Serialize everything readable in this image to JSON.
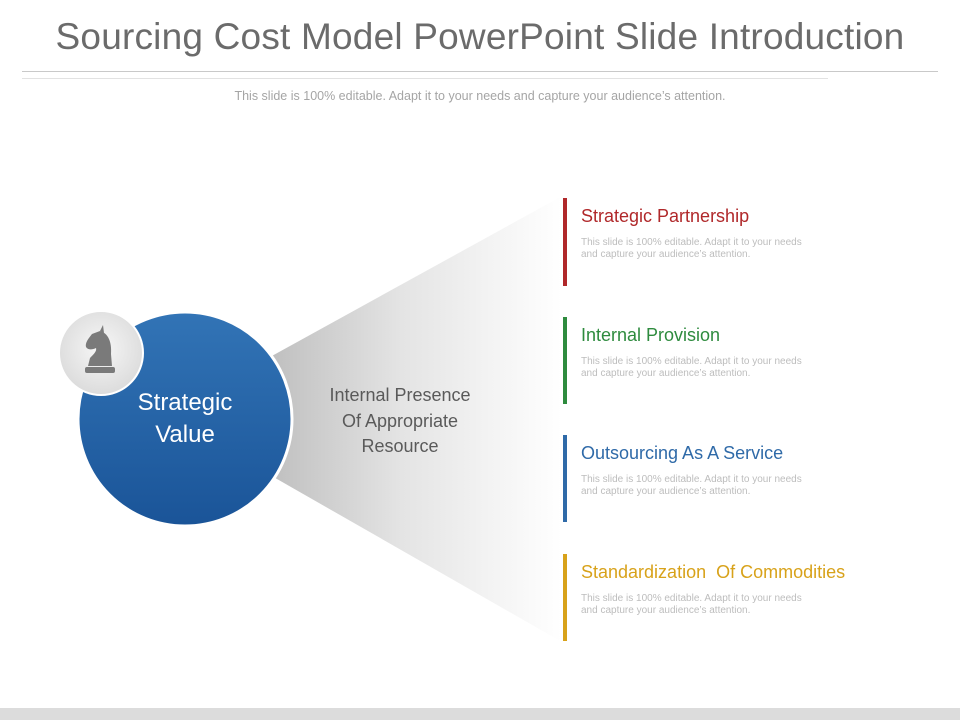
{
  "header": {
    "title": "Sourcing Cost Model PowerPoint Slide Introduction",
    "subtitle": "This slide is 100% editable. Adapt it to your needs and capture your audience’s attention."
  },
  "hub": {
    "label_line1": "Strategic",
    "label_line2": "Value",
    "icon": "chess-knight-icon",
    "color": "#2a65a8"
  },
  "funnel": {
    "line1": "Internal Presence",
    "line2": "Of Appropriate",
    "line3": "Resource"
  },
  "items": [
    {
      "title": "Strategic Partnership",
      "desc": "This slide is 100% editable. Adapt it to your needs and capture your audience’s attention.",
      "color": "#b0282a"
    },
    {
      "title": "Internal Provision",
      "desc": "This slide is 100% editable. Adapt it to your needs and capture your audience’s attention.",
      "color": "#2e8b3e"
    },
    {
      "title": "Outsourcing As A Service",
      "desc": "This slide is 100% editable. Adapt it to your needs and capture your audience’s attention.",
      "color": "#2f6aa8"
    },
    {
      "title": "Standardization  Of Commodities",
      "desc": "This slide is 100% editable. Adapt it to your needs and capture your audience’s attention.",
      "color": "#d8a21a"
    }
  ]
}
